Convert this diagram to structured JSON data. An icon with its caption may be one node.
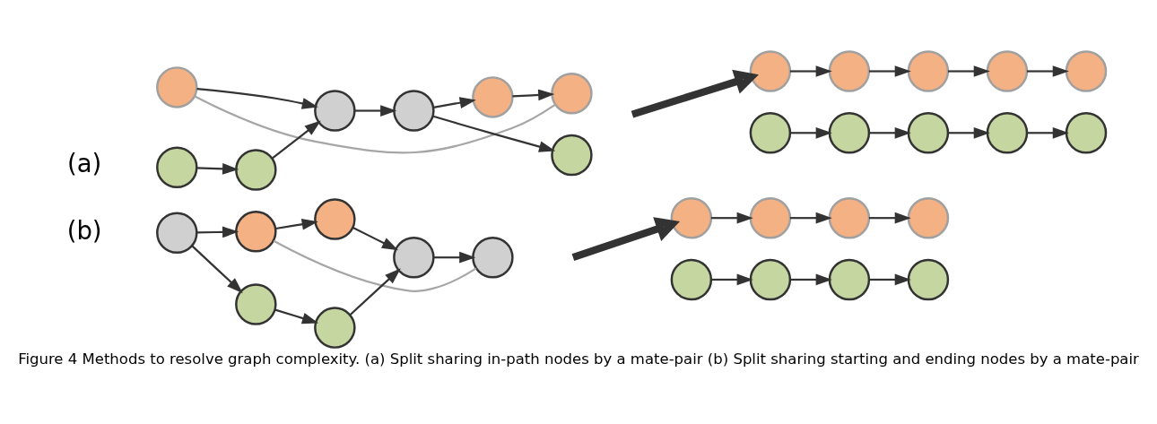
{
  "diagram": {
    "caption": "Figure 4 Methods to resolve graph complexity. (a) Split sharing in-path nodes by a mate-pair (b) Split sharing starting and ending nodes by a mate-pair",
    "nodes": [
      {
        "text": [],
        "shape": "circle"
      },
      {
        "text": [],
        "shape": "circle"
      },
      {
        "text": [],
        "shape": "circle"
      },
      {
        "text": [],
        "shape": "circle"
      },
      {
        "text": [],
        "shape": "circle"
      },
      {
        "text": [],
        "shape": "circle"
      },
      {
        "text": [],
        "shape": "circle"
      },
      {
        "text": [],
        "shape": "circle"
      },
      {
        "text": [],
        "shape": "circle"
      },
      {
        "text": [],
        "shape": "circle"
      },
      {
        "text": [],
        "shape": "circle"
      },
      {
        "text": [],
        "shape": "circle"
      },
      {
        "text": [],
        "shape": "circle"
      },
      {
        "text": [],
        "shape": "circle"
      },
      {
        "text": [],
        "shape": "circle"
      },
      {
        "text": [],
        "shape": "circle"
      },
      {
        "text": [],
        "shape": "circle"
      },
      {
        "text": [],
        "shape": "circle"
      },
      {
        "text": [],
        "shape": "circle"
      },
      {
        "text": [],
        "shape": "circle"
      },
      {
        "text": [],
        "shape": "circle"
      },
      {
        "text": [],
        "shape": "circle"
      },
      {
        "text": [],
        "shape": "circle"
      },
      {
        "text": [],
        "shape": "circle"
      },
      {
        "text": [],
        "shape": "circle"
      },
      {
        "text": [],
        "shape": "circle"
      },
      {
        "text": [],
        "shape": "circle"
      },
      {
        "text": [],
        "shape": "circle"
      },
      {
        "text": [],
        "shape": "circle"
      },
      {
        "text": [],
        "shape": "circle"
      },
      {
        "text": [],
        "shape": "circle"
      },
      {
        "text": [],
        "shape": "circle"
      },
      {
        "text": [],
        "shape": "circle"
      }
    ],
    "edges": [
      {
        "from": 1,
        "to": 2,
        "arrow": "to"
      },
      {
        "from": 0,
        "to": 3,
        "arrow": "to"
      },
      {
        "from": 2,
        "to": 3,
        "arrow": "to"
      },
      {
        "from": 3,
        "to": 4,
        "arrow": "to"
      },
      {
        "from": 4,
        "to": 5,
        "arrow": "to"
      },
      {
        "from": 4,
        "to": 7,
        "arrow": "to"
      },
      {
        "from": 5,
        "to": 6,
        "arrow": "to"
      },
      {
        "from": 0,
        "to": 6,
        "arrow": "none",
        "color": "#a6a6a6"
      },
      {
        "from": null,
        "to": 8,
        "arrow": "to",
        "style": "thick"
      },
      {
        "from": 8,
        "to": 9,
        "arrow": "to"
      },
      {
        "from": 9,
        "to": 10,
        "arrow": "to"
      },
      {
        "from": 10,
        "to": 11,
        "arrow": "to"
      },
      {
        "from": 11,
        "to": 12,
        "arrow": "to"
      },
      {
        "from": 13,
        "to": 14,
        "arrow": "to"
      },
      {
        "from": 14,
        "to": 15,
        "arrow": "to"
      },
      {
        "from": 15,
        "to": 16,
        "arrow": "to"
      },
      {
        "from": 16,
        "to": 17,
        "arrow": "to"
      },
      {
        "from": 18,
        "to": 19,
        "arrow": "to"
      },
      {
        "from": 18,
        "to": 21,
        "arrow": "to"
      },
      {
        "from": 19,
        "to": 20,
        "arrow": "to"
      },
      {
        "from": 21,
        "to": 22,
        "arrow": "to"
      },
      {
        "from": 20,
        "to": 23,
        "arrow": "to"
      },
      {
        "from": 22,
        "to": 23,
        "arrow": "to"
      },
      {
        "from": 23,
        "to": 24,
        "arrow": "to"
      },
      {
        "from": 19,
        "to": 24,
        "arrow": "none",
        "color": "#a6a6a6"
      },
      {
        "from": null,
        "to": 25,
        "arrow": "to",
        "style": "thick"
      },
      {
        "from": 25,
        "to": 26,
        "arrow": "to"
      },
      {
        "from": 26,
        "to": 27,
        "arrow": "to"
      },
      {
        "from": 27,
        "to": 28,
        "arrow": "to"
      },
      {
        "from": 29,
        "to": 30,
        "arrow": "to"
      },
      {
        "from": 30,
        "to": 31,
        "arrow": "to"
      },
      {
        "from": 31,
        "to": 32,
        "arrow": "to"
      }
    ],
    "labels": [
      "(a)",
      "(b)"
    ]
  }
}
